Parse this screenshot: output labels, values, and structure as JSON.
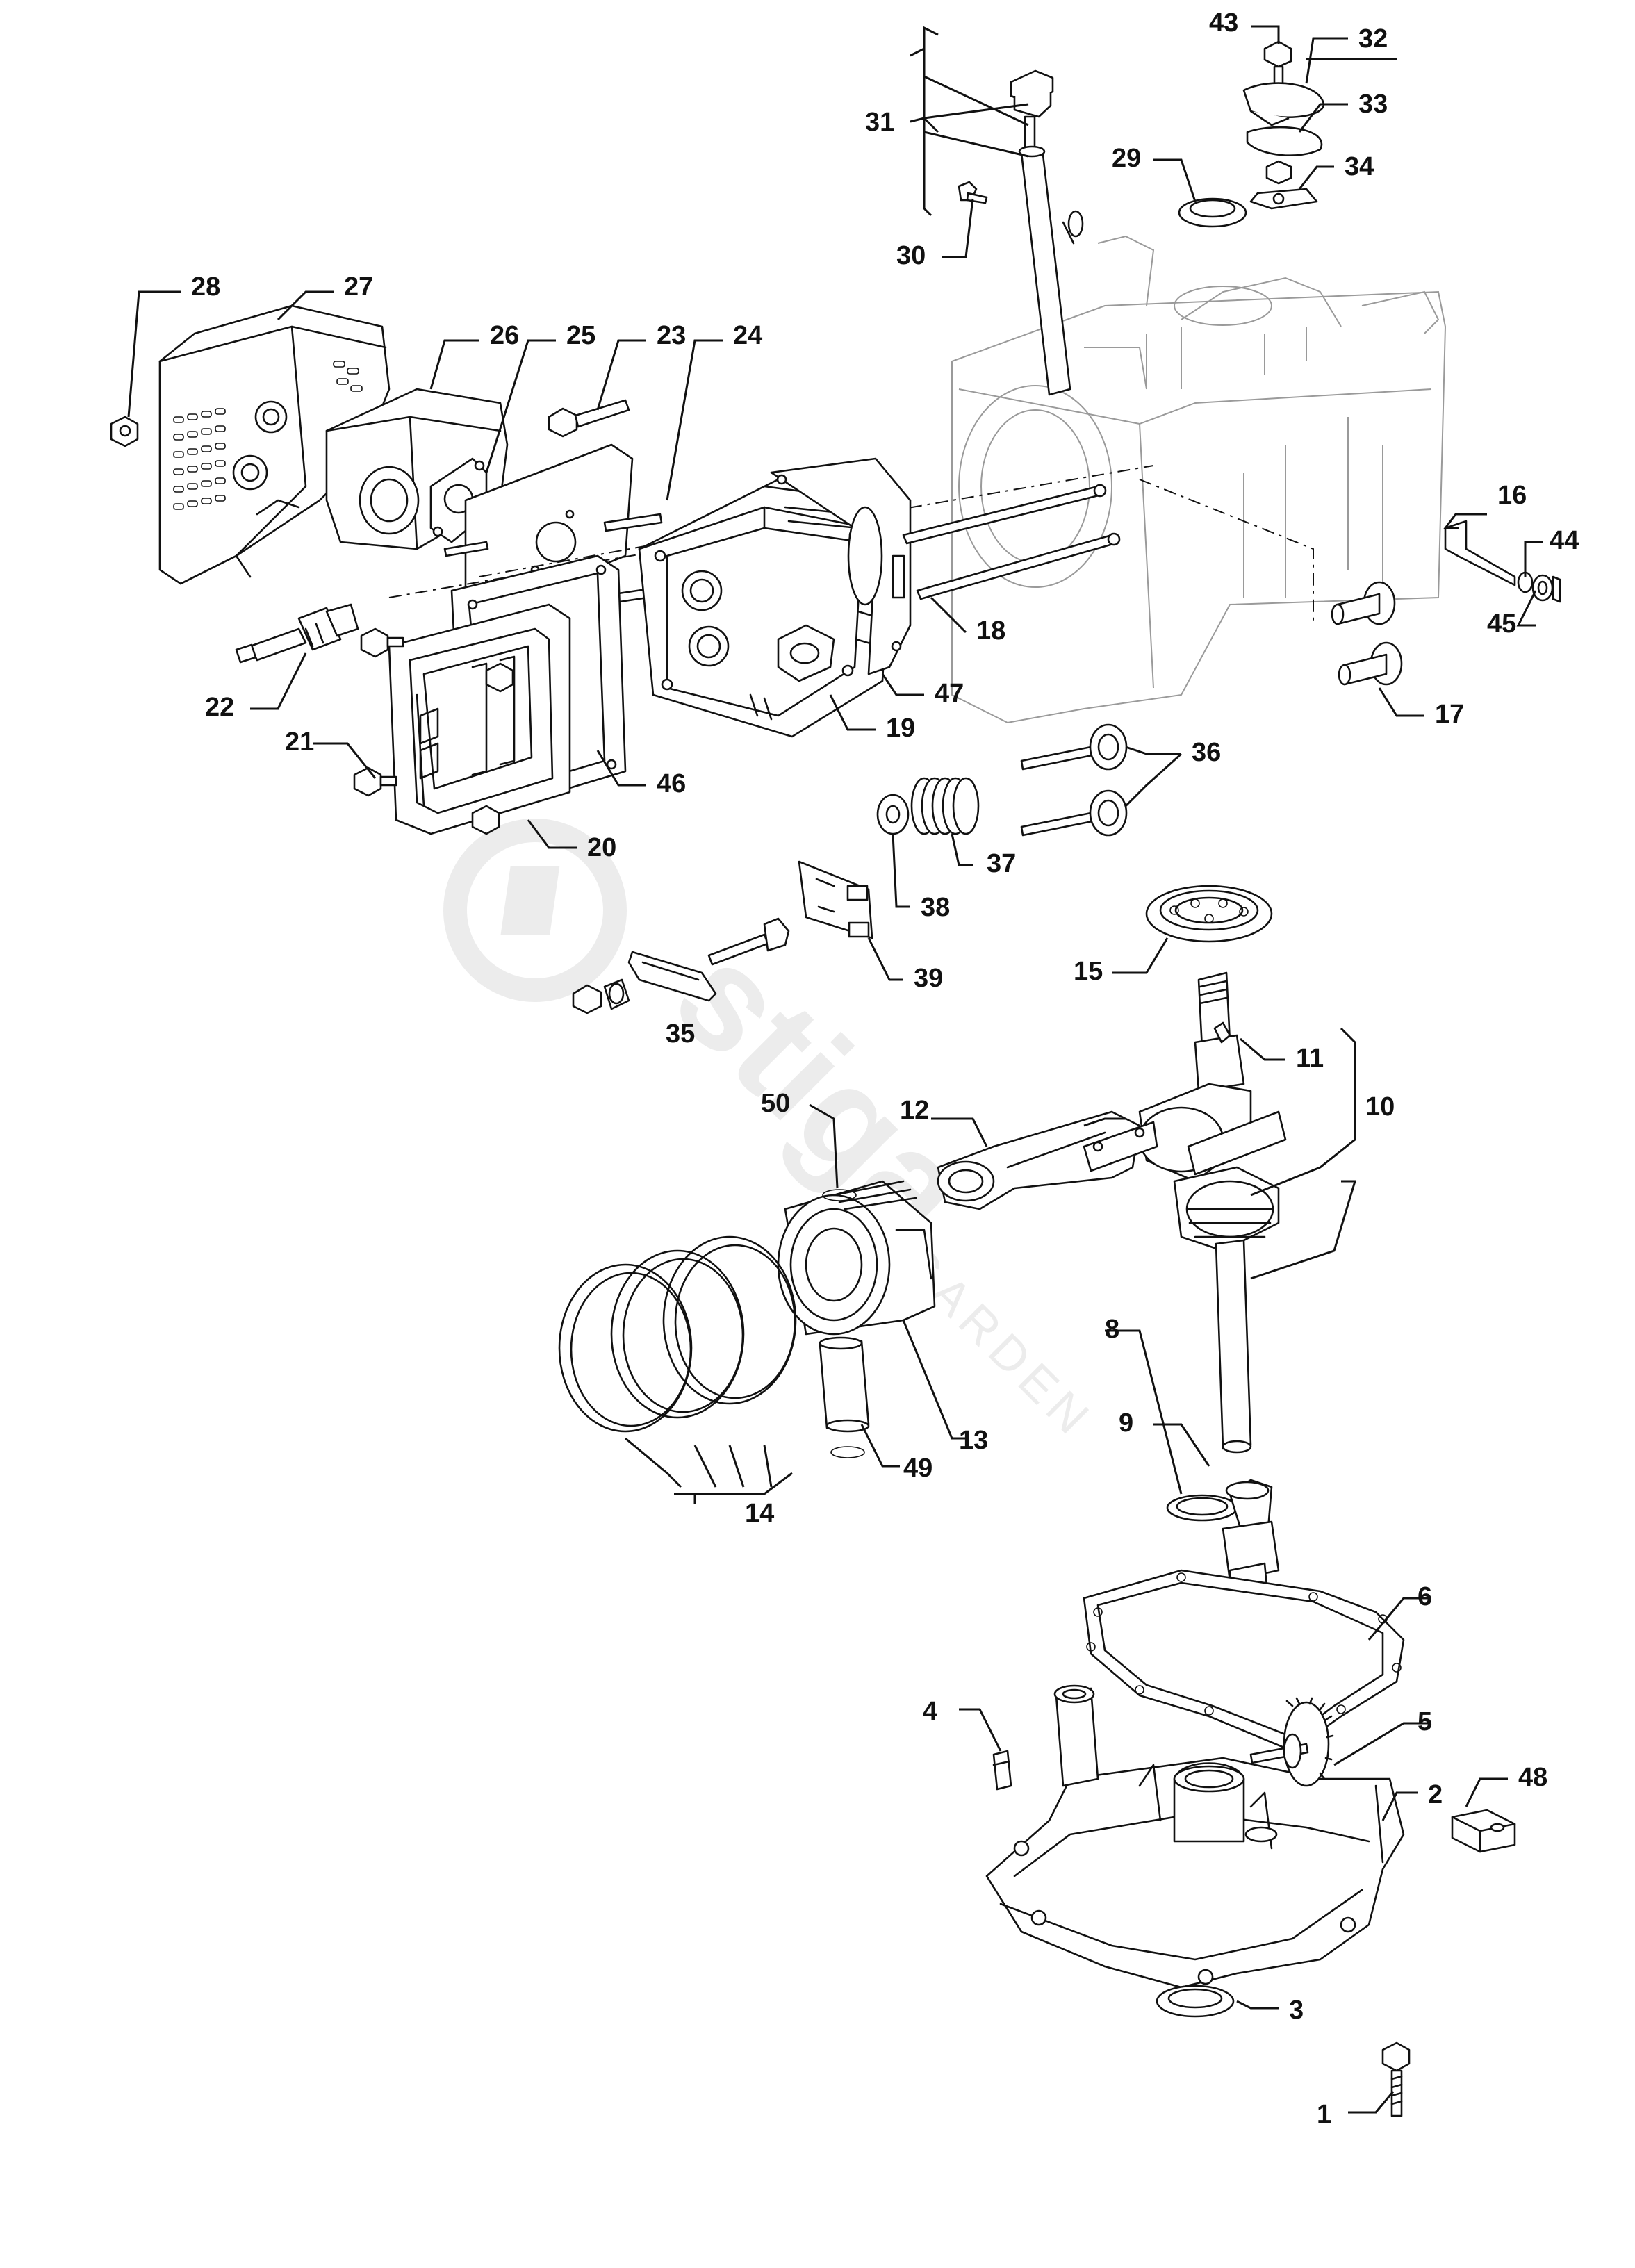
{
  "watermark": {
    "brand": "stiga",
    "sub": "GARDEN"
  },
  "callouts": {
    "c1": "1",
    "c2": "2",
    "c3": "3",
    "c4": "4",
    "c5": "5",
    "c6": "6",
    "c8": "8",
    "c9": "9",
    "c10": "10",
    "c11": "11",
    "c12": "12",
    "c13": "13",
    "c14": "14",
    "c15": "15",
    "c16": "16",
    "c17": "17",
    "c18": "18",
    "c19": "19",
    "c20": "20",
    "c21": "21",
    "c22": "22",
    "c23": "23",
    "c24": "24",
    "c25": "25",
    "c26": "26",
    "c27": "27",
    "c28": "28",
    "c29": "29",
    "c30": "30",
    "c31": "31",
    "c32": "32",
    "c33": "33",
    "c34": "34",
    "c35": "35",
    "c36": "36",
    "c37": "37",
    "c38": "38",
    "c39": "39",
    "c43": "43",
    "c44": "44",
    "c45": "45",
    "c46": "46",
    "c47": "47",
    "c48": "48",
    "c49": "49",
    "c50": "50"
  }
}
